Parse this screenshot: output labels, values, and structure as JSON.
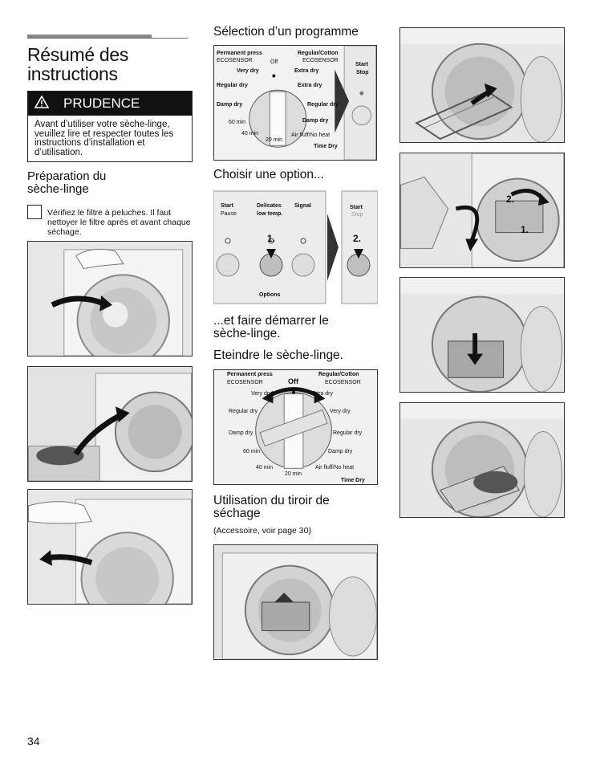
{
  "left": {
    "title_line1": "Résumé des",
    "title_line2": "instructions",
    "caution_label": "PRUDENCE",
    "caution_text": "Avant d’utiliser votre sèche-linge, veuillez lire et respecter toutes les instructions d’installation et d’utilisation.",
    "prep_heading": "Préparation du sèche-linge",
    "checklist_text": "Vérifiez le filtre à peluches. Il faut nettoyer le filtre après et avant chaque séchage."
  },
  "middle": {
    "program_heading": "Sélection d’un programme",
    "option_heading": "Choisir une option...",
    "start_heading": "...et faire démarrer le sèche-linge.",
    "off_heading": "Eteindre le sèche-linge.",
    "drawer_heading": "Utilisation du tiroir de séchage",
    "drawer_note": "(Accessoire, voir page 30)"
  },
  "dial": {
    "permanent_press": "Permanent press",
    "eco_sensor": "ECOSENSOR",
    "regular_cotton": "Regular/Cotton",
    "off": "Off",
    "very_dry": "Very dry",
    "extra_dry": "Extra dry",
    "regular_dry": "Regular dry",
    "damp_dry": "Damp dry",
    "min60": "60 min",
    "min40": "40 min",
    "min20": "20 min",
    "air_fluff": "Air fluff/No heat",
    "time_dry": "Time Dry",
    "start": "Start",
    "stop": "Stop"
  },
  "options_panel": {
    "start_pause_1": "Start",
    "start_pause_2": "Pause",
    "delicates_1": "Delicates",
    "delicates_2": "low temp.",
    "signal": "Signal",
    "step1": "1.",
    "step2": "2.",
    "options": "Options",
    "start": "Start",
    "stop": "Stop"
  },
  "right_callouts": {
    "step1": "1.",
    "step2": "2."
  },
  "page_number": "34"
}
